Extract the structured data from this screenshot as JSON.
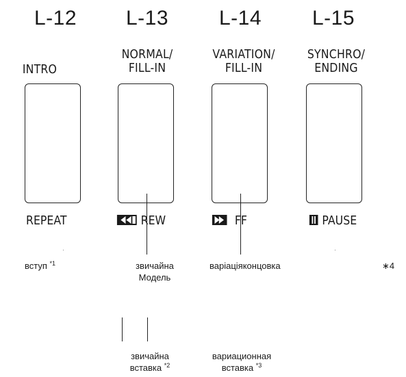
{
  "keys": [
    {
      "number": "L-12",
      "name_line1": "",
      "name_line2": "INTRO",
      "sub_label": "REPEAT"
    },
    {
      "number": "L-13",
      "name_line1": "NORMAL/",
      "name_line2": "FILL-IN",
      "sub_label": "REW",
      "sub_icon": "rewind-icon"
    },
    {
      "number": "L-14",
      "name_line1": "VARIATION/",
      "name_line2": "FILL-IN",
      "sub_label": "FF",
      "sub_icon": "fast-forward-icon"
    },
    {
      "number": "L-15",
      "name_line1": "SYNCHRO/",
      "name_line2": "ENDING",
      "sub_label": "PAUSE",
      "sub_icon": "pause-icon"
    }
  ],
  "descriptions": {
    "intro": {
      "text": "вступ ",
      "mark": "*1"
    },
    "normal": {
      "line1": "звичайна",
      "line2": "Модель"
    },
    "variation_ending": {
      "text": "варіаціяконцовка"
    },
    "note4": {
      "text": "∗4"
    },
    "normal_fill": {
      "line1": "звичайна",
      "line2": "вставка ",
      "mark": "*2"
    },
    "variation_fill": {
      "line1": "вариационная",
      "line2": "вставка ",
      "mark": "*3"
    }
  },
  "colors": {
    "line": "#222222",
    "text": "#1a1a1a",
    "background": "#ffffff"
  }
}
